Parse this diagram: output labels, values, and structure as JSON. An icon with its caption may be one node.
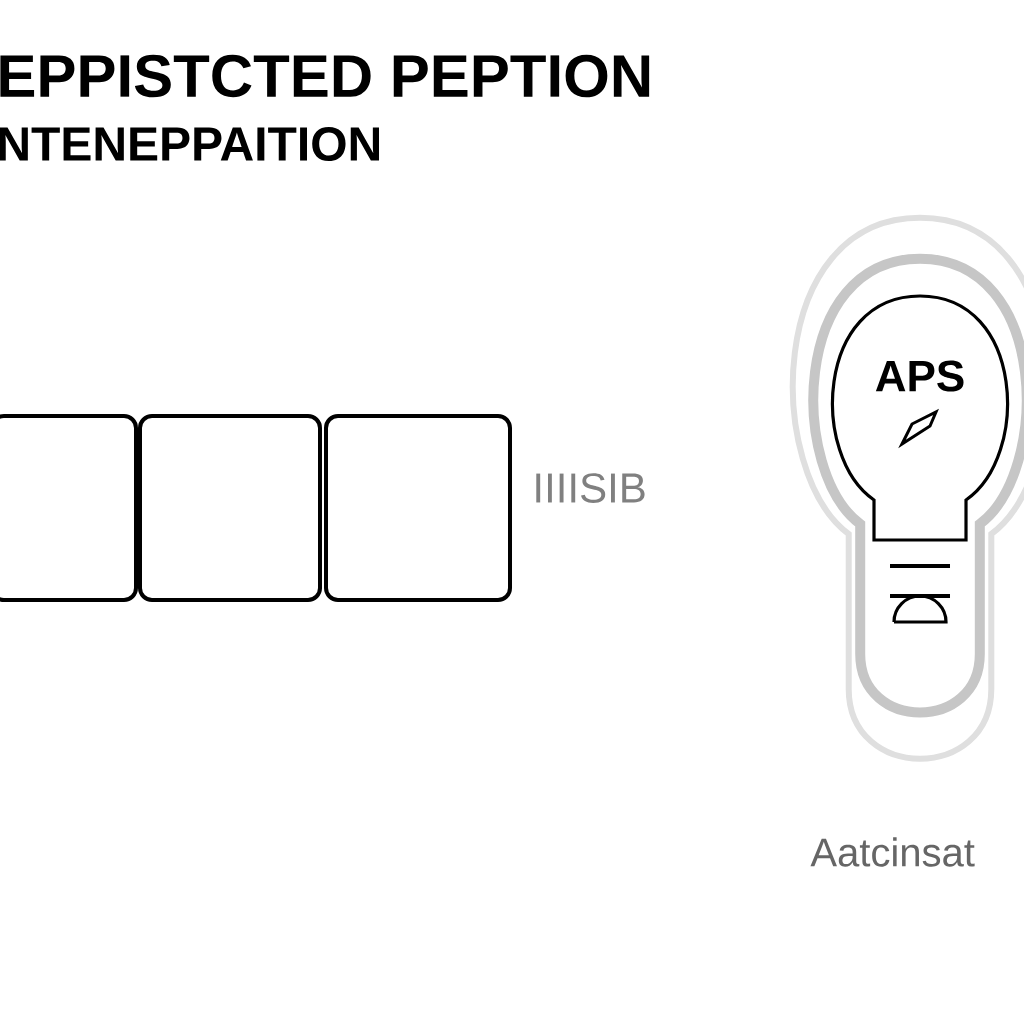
{
  "diagram": {
    "title": "EPPISTCTED PEPTION",
    "nodes": [
      {
        "text": [],
        "shape": "box"
      },
      {
        "text": [],
        "shape": "box"
      },
      {
        "text": [],
        "shape": "box"
      },
      {
        "text": [
          "APS"
        ]
      }
    ],
    "labels": [
      "NTENEPPAITION",
      "IIIISIB",
      "Aatcinsat"
    ]
  }
}
